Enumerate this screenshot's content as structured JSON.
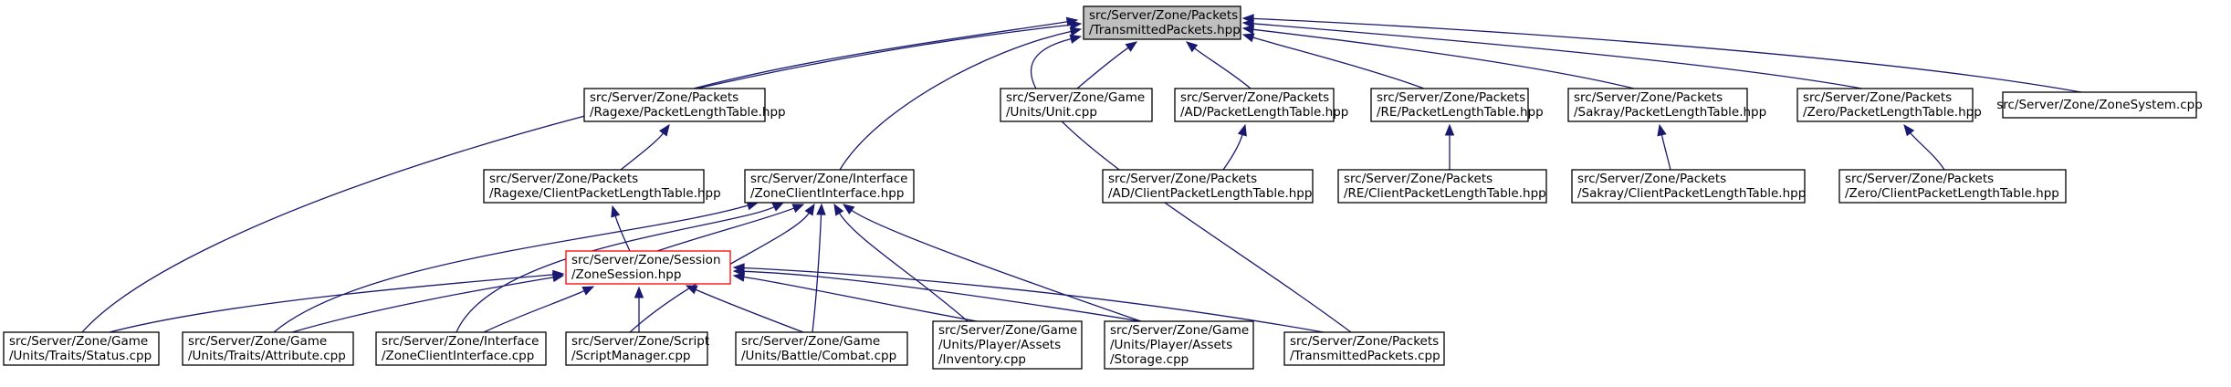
{
  "colors": {
    "edge": "#191970",
    "root_fill": "#bfbfbf",
    "node_fill": "#ffffff",
    "node_border": "#000000",
    "truncated_border": "#ff0000"
  },
  "nodes": {
    "root": {
      "line1": "src/Server/Zone/Packets",
      "line2": "/TransmittedPackets.hpp"
    },
    "ragexe_plt": {
      "line1": "src/Server/Zone/Packets",
      "line2": "/Ragexe/PacketLengthTable.hpp"
    },
    "unit_cpp": {
      "line1": "src/Server/Zone/Game",
      "line2": "/Units/Unit.cpp"
    },
    "ad_plt": {
      "line1": "src/Server/Zone/Packets",
      "line2": "/AD/PacketLengthTable.hpp"
    },
    "re_plt": {
      "line1": "src/Server/Zone/Packets",
      "line2": "/RE/PacketLengthTable.hpp"
    },
    "sakray_plt": {
      "line1": "src/Server/Zone/Packets",
      "line2": "/Sakray/PacketLengthTable.hpp"
    },
    "zero_plt": {
      "line1": "src/Server/Zone/Packets",
      "line2": "/Zero/PacketLengthTable.hpp"
    },
    "zonesystem_cpp": {
      "line1": "src/Server/Zone/ZoneSystem.cpp"
    },
    "ragexe_cplt": {
      "line1": "src/Server/Zone/Packets",
      "line2": "/Ragexe/ClientPacketLengthTable.hpp"
    },
    "zci_hpp": {
      "line1": "src/Server/Zone/Interface",
      "line2": "/ZoneClientInterface.hpp"
    },
    "ad_cplt": {
      "line1": "src/Server/Zone/Packets",
      "line2": "/AD/ClientPacketLengthTable.hpp"
    },
    "re_cplt": {
      "line1": "src/Server/Zone/Packets",
      "line2": "/RE/ClientPacketLengthTable.hpp"
    },
    "sakray_cplt": {
      "line1": "src/Server/Zone/Packets",
      "line2": "/Sakray/ClientPacketLengthTable.hpp"
    },
    "zero_cplt": {
      "line1": "src/Server/Zone/Packets",
      "line2": "/Zero/ClientPacketLengthTable.hpp"
    },
    "zonesession_hpp": {
      "line1": "src/Server/Zone/Session",
      "line2": "/ZoneSession.hpp"
    },
    "status_cpp": {
      "line1": "src/Server/Zone/Game",
      "line2": "/Units/Traits/Status.cpp"
    },
    "attribute_cpp": {
      "line1": "src/Server/Zone/Game",
      "line2": "/Units/Traits/Attribute.cpp"
    },
    "zci_cpp": {
      "line1": "src/Server/Zone/Interface",
      "line2": "/ZoneClientInterface.cpp"
    },
    "scriptmanager_cpp": {
      "line1": "src/Server/Zone/Script",
      "line2": "/ScriptManager.cpp"
    },
    "combat_cpp": {
      "line1": "src/Server/Zone/Game",
      "line2": "/Units/Battle/Combat.cpp"
    },
    "inventory_cpp": {
      "line1": "src/Server/Zone/Game",
      "line2": "/Units/Player/Assets",
      "line3": "/Inventory.cpp"
    },
    "storage_cpp": {
      "line1": "src/Server/Zone/Game",
      "line2": "/Units/Player/Assets",
      "line3": "/Storage.cpp"
    },
    "transmitted_cpp": {
      "line1": "src/Server/Zone/Packets",
      "line2": "/TransmittedPackets.cpp"
    }
  },
  "edges": [
    {
      "from": "ragexe_plt",
      "to": "root"
    },
    {
      "from": "unit_cpp",
      "to": "root"
    },
    {
      "from": "ad_plt",
      "to": "root"
    },
    {
      "from": "re_plt",
      "to": "root"
    },
    {
      "from": "sakray_plt",
      "to": "root"
    },
    {
      "from": "zero_plt",
      "to": "root"
    },
    {
      "from": "zonesystem_cpp",
      "to": "root"
    },
    {
      "from": "zci_hpp",
      "to": "root"
    },
    {
      "from": "status_cpp",
      "to": "root"
    },
    {
      "from": "transmitted_cpp",
      "to": "root"
    },
    {
      "from": "ragexe_cplt",
      "to": "ragexe_plt"
    },
    {
      "from": "ad_cplt",
      "to": "ad_plt"
    },
    {
      "from": "re_cplt",
      "to": "re_plt"
    },
    {
      "from": "sakray_cplt",
      "to": "sakray_plt"
    },
    {
      "from": "zero_cplt",
      "to": "zero_plt"
    },
    {
      "from": "zonesession_hpp",
      "to": "ragexe_cplt"
    },
    {
      "from": "zonesession_hpp",
      "to": "zci_hpp"
    },
    {
      "from": "attribute_cpp",
      "to": "zci_hpp"
    },
    {
      "from": "zci_cpp",
      "to": "zci_hpp"
    },
    {
      "from": "scriptmanager_cpp",
      "to": "zci_hpp"
    },
    {
      "from": "combat_cpp",
      "to": "zci_hpp"
    },
    {
      "from": "inventory_cpp",
      "to": "zci_hpp"
    },
    {
      "from": "storage_cpp",
      "to": "zci_hpp"
    },
    {
      "from": "status_cpp",
      "to": "zonesession_hpp"
    },
    {
      "from": "attribute_cpp",
      "to": "zonesession_hpp"
    },
    {
      "from": "zci_cpp",
      "to": "zonesession_hpp"
    },
    {
      "from": "scriptmanager_cpp",
      "to": "zonesession_hpp"
    },
    {
      "from": "combat_cpp",
      "to": "zonesession_hpp"
    },
    {
      "from": "inventory_cpp",
      "to": "zonesession_hpp"
    },
    {
      "from": "storage_cpp",
      "to": "zonesession_hpp"
    },
    {
      "from": "transmitted_cpp",
      "to": "zonesession_hpp"
    }
  ]
}
